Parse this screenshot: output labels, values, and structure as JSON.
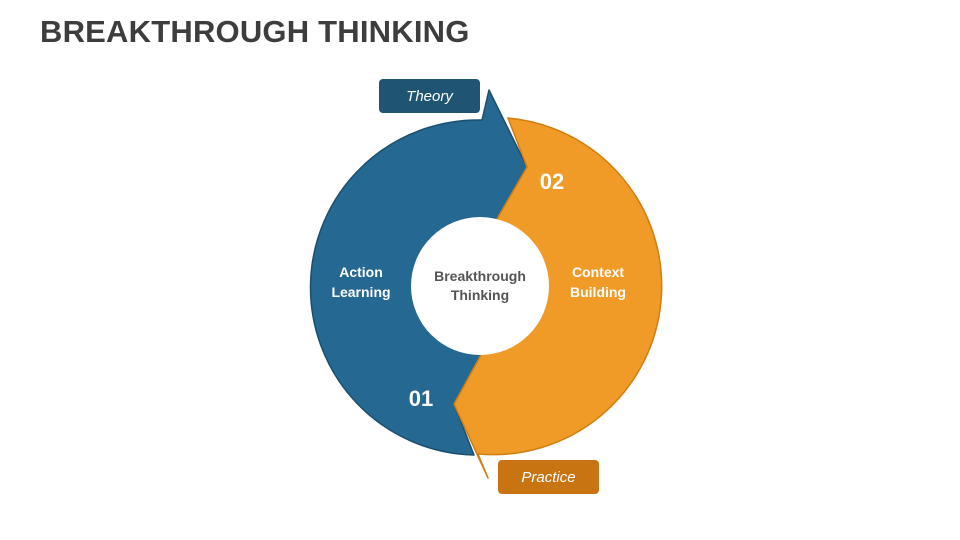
{
  "title": "BREAKTHROUGH THINKING",
  "colors": {
    "blue": "#256891",
    "orange": "#f09a28",
    "theory_tag": "#1f5572",
    "practice_tag": "#c87412"
  },
  "tags": {
    "theory": "Theory",
    "practice": "Practice"
  },
  "center": {
    "line1": "Breakthrough",
    "line2": "Thinking"
  },
  "steps": [
    {
      "number": "01",
      "line1": "Action",
      "line2": "Learning"
    },
    {
      "number": "02",
      "line1": "Context",
      "line2": "Building"
    }
  ]
}
